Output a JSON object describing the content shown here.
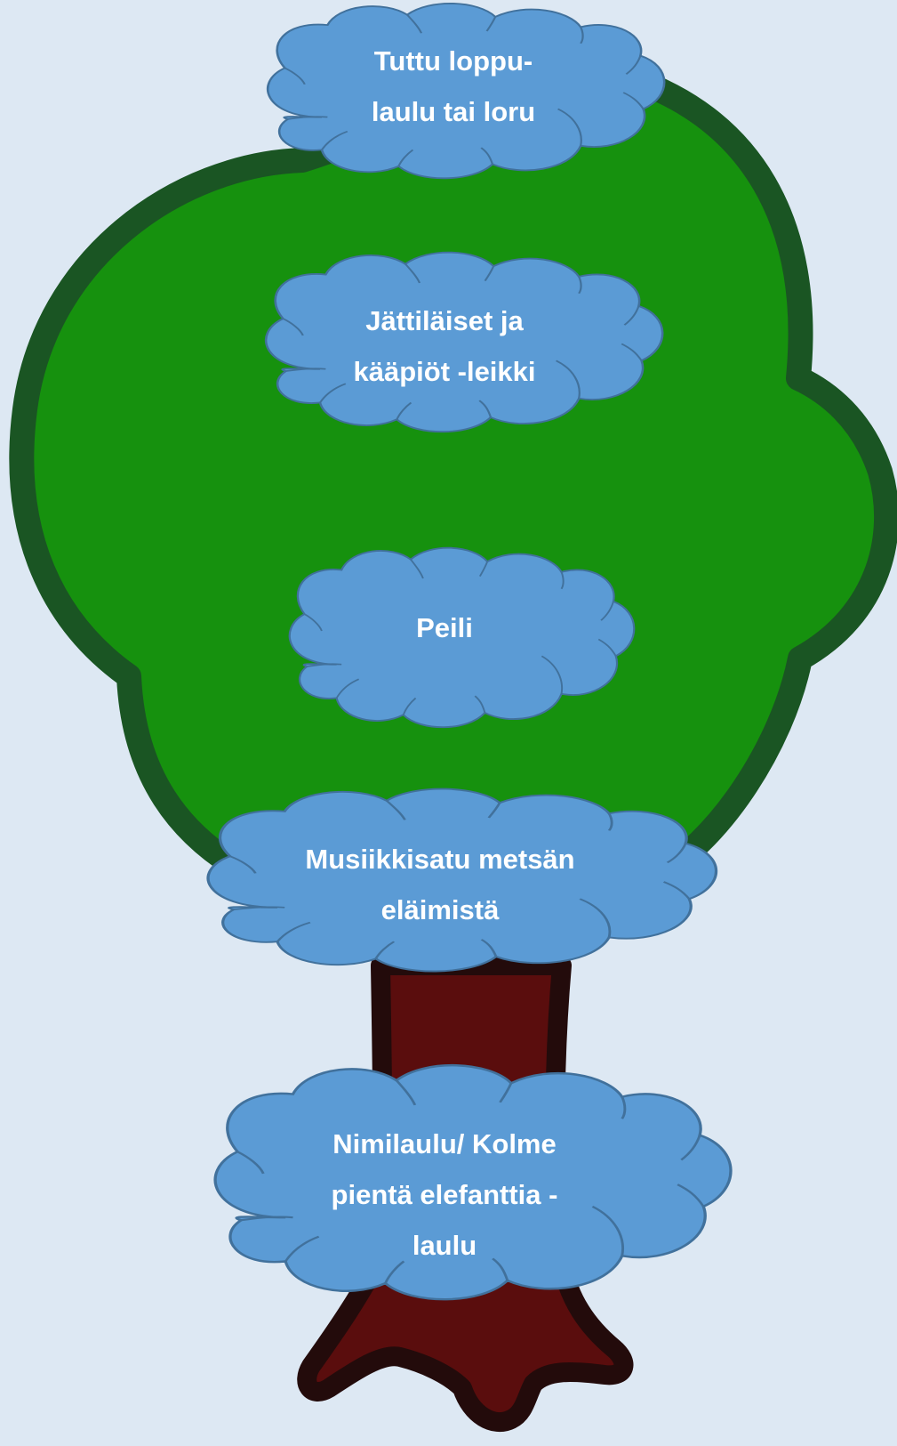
{
  "colors": {
    "background": "#dde8f3",
    "canopy_fill": "#16910e",
    "canopy_outline": "#1a5523",
    "trunk_fill": "#5a0d0d",
    "trunk_outline": "#230b0b",
    "cloud_fill": "#5b9bd5",
    "cloud_outline": "#41719c",
    "label_text": "#ffffff"
  },
  "clouds": [
    {
      "id": "cloud-1",
      "lines": [
        "Tuttu loppu-",
        "laulu tai loru"
      ]
    },
    {
      "id": "cloud-2",
      "lines": [
        "Jättiläiset ja",
        "kääpiöt -leikki"
      ]
    },
    {
      "id": "cloud-3",
      "lines": [
        "Peili"
      ]
    },
    {
      "id": "cloud-4",
      "lines": [
        "Musiikkisatu metsän",
        "eläimistä"
      ]
    },
    {
      "id": "cloud-5",
      "lines": [
        "Nimilaulu/ Kolme",
        "pientä elefanttia -",
        "laulu"
      ]
    }
  ]
}
